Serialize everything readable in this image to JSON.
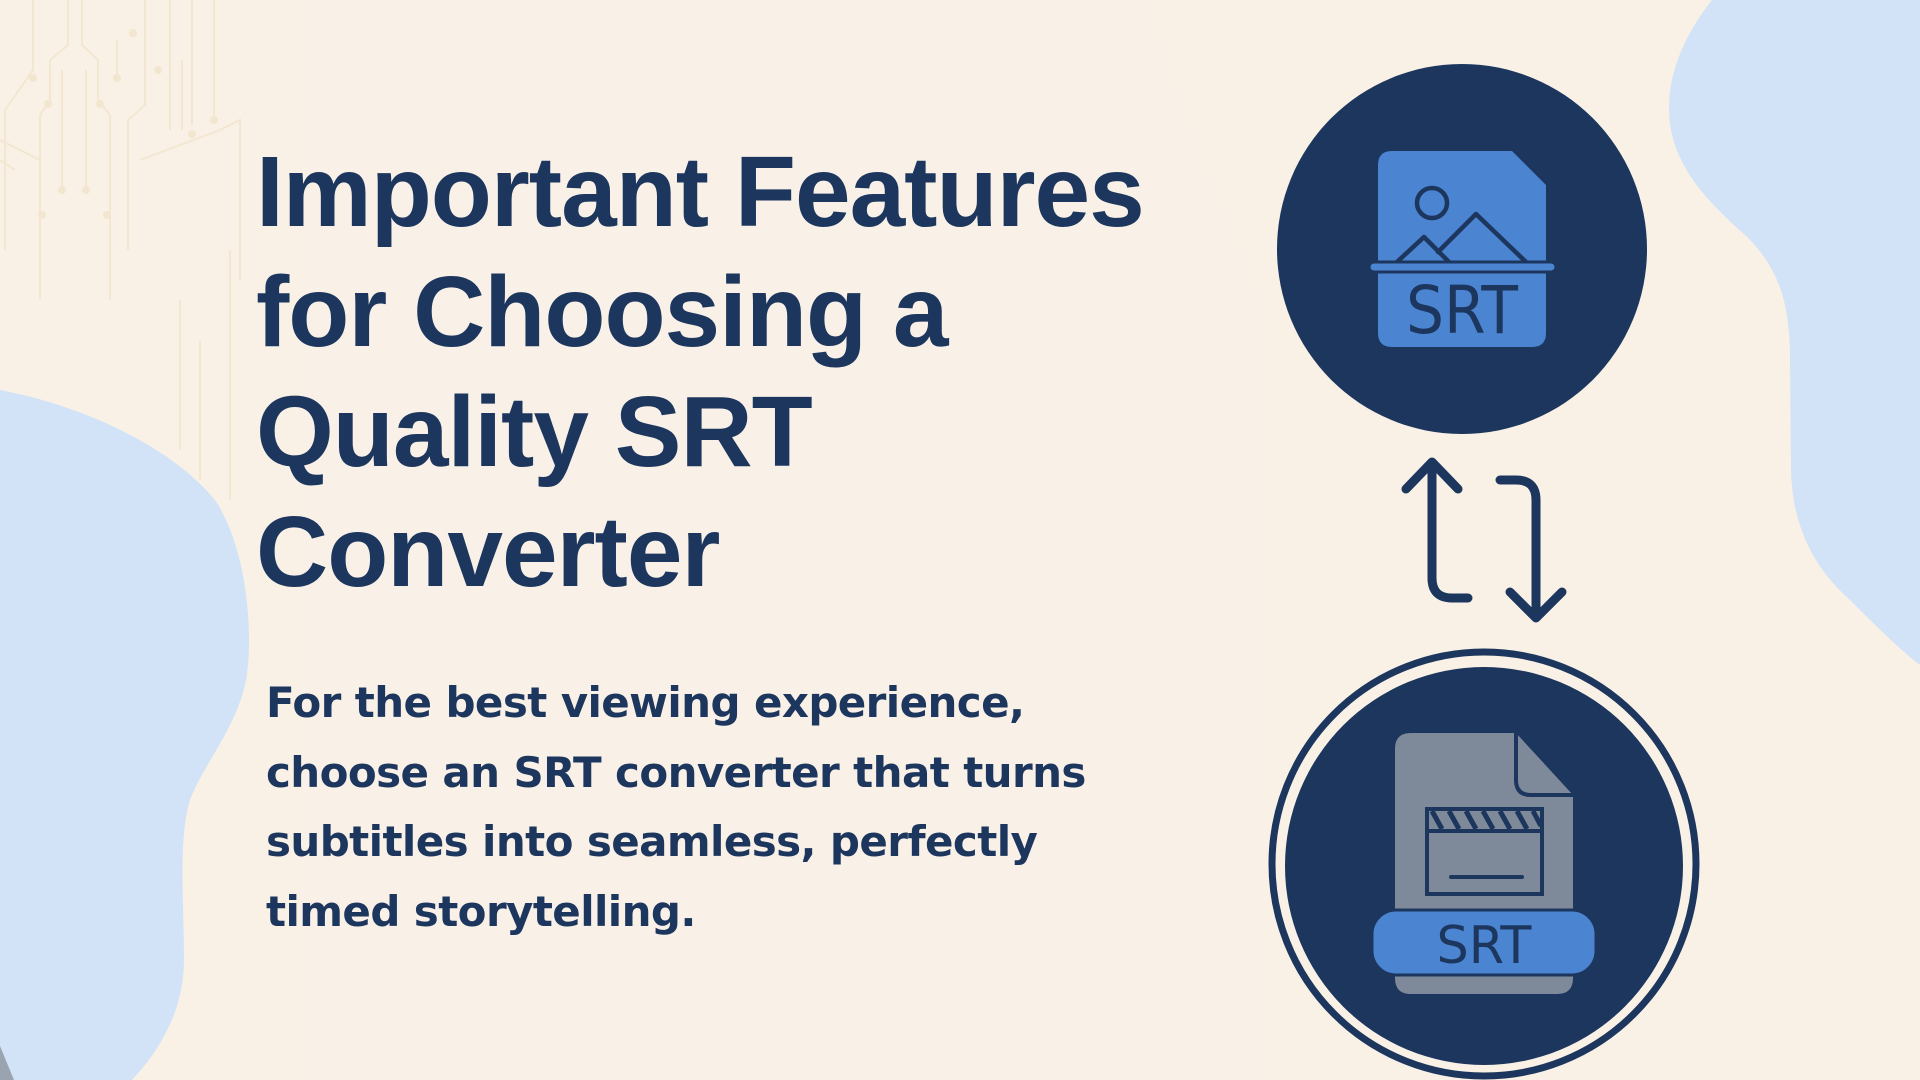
{
  "headline": {
    "lines": [
      "Important Features",
      "for Choosing a",
      "Quality SRT",
      "Converter"
    ]
  },
  "description": {
    "lines": [
      "For the best viewing experience,",
      "choose an SRT converter that turns",
      "subtitles into seamless, perfectly",
      "timed storytelling."
    ]
  },
  "icons": {
    "source_file": {
      "name": "srt-image-file-icon",
      "label": "SRT"
    },
    "convert_arrows": {
      "name": "swap-arrows-icon"
    },
    "target_file": {
      "name": "srt-video-file-icon",
      "label": "SRT"
    }
  },
  "colors": {
    "background": "#f9f1e6",
    "navy": "#1c365e",
    "accent_blue": "#4b84d1",
    "blob_blue": "#d2e3f8",
    "file_grey": "#7e8a9a"
  }
}
